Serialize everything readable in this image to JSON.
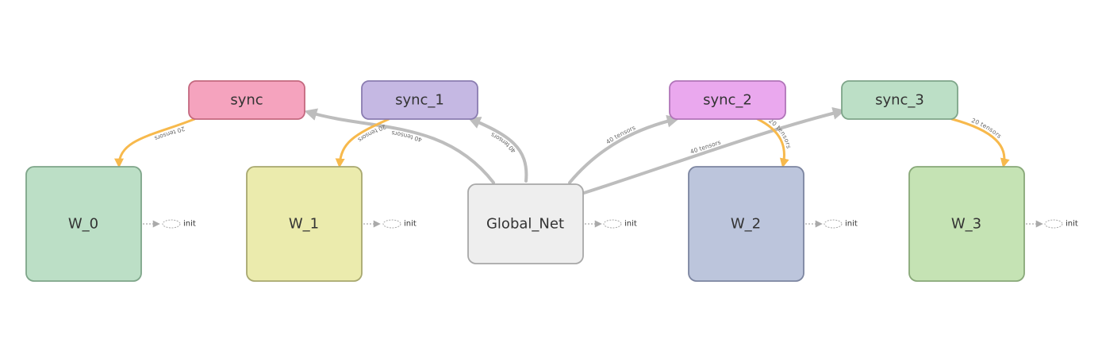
{
  "graph": {
    "nodes": {
      "sync": {
        "label": "sync",
        "fill": "#f5a3be",
        "stroke": "#c4687f"
      },
      "sync_1": {
        "label": "sync_1",
        "fill": "#c5b8e3",
        "stroke": "#8a7cb0"
      },
      "sync_2": {
        "label": "sync_2",
        "fill": "#eaa8ee",
        "stroke": "#b074b8"
      },
      "sync_3": {
        "label": "sync_3",
        "fill": "#bcdfc6",
        "stroke": "#7ea589"
      },
      "w0": {
        "label": "W_0",
        "fill": "#bcdfc6",
        "stroke": "#7ea589"
      },
      "w1": {
        "label": "W_1",
        "fill": "#ebebad",
        "stroke": "#a8a86f"
      },
      "global": {
        "label": "Global_Net",
        "fill": "#eeeeee",
        "stroke": "#a8a8a8"
      },
      "w2": {
        "label": "W_2",
        "fill": "#bcc5dc",
        "stroke": "#7c85a0"
      },
      "w3": {
        "label": "W_3",
        "fill": "#c5e3b4",
        "stroke": "#88a878"
      }
    },
    "init_label": "init",
    "edges": [
      {
        "from": "sync",
        "to": "W_0",
        "label": "20 tensors",
        "kind": "orange"
      },
      {
        "from": "sync_1",
        "to": "W_1",
        "label": "20 tensors",
        "kind": "orange"
      },
      {
        "from": "sync_2",
        "to": "W_2",
        "label": "20 tensors",
        "kind": "orange"
      },
      {
        "from": "sync_3",
        "to": "W_3",
        "label": "20 tensors",
        "kind": "orange"
      },
      {
        "from": "Global_Net",
        "to": "sync",
        "label": "40 tensors",
        "kind": "gray"
      },
      {
        "from": "Global_Net",
        "to": "sync_1",
        "label": "40 tensors",
        "kind": "gray"
      },
      {
        "from": "Global_Net",
        "to": "sync_2",
        "label": "40 tensors",
        "kind": "gray"
      },
      {
        "from": "Global_Net",
        "to": "sync_3",
        "label": "40 tensors",
        "kind": "gray"
      }
    ],
    "colors": {
      "edge_gray": "#bdbdbd",
      "edge_orange": "#f7b94c",
      "init_edge": "#aaaaaa"
    }
  }
}
